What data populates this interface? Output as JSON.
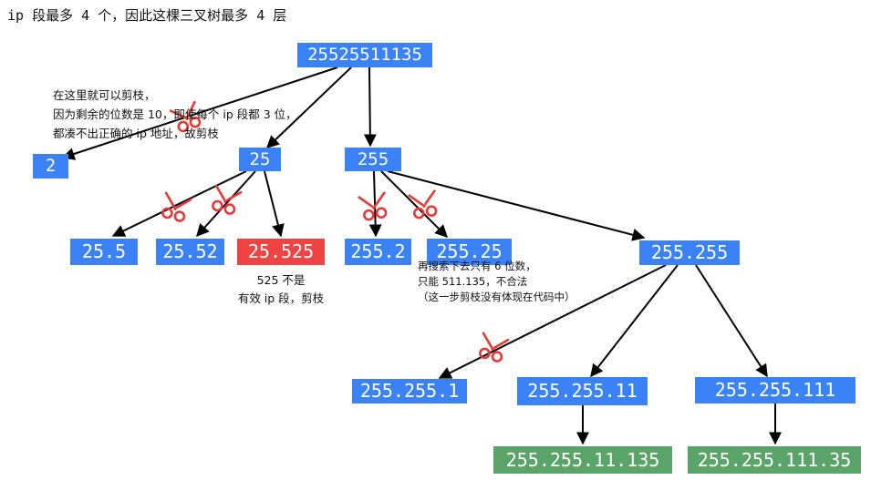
{
  "title": "ip 段最多 4 个，因此这棵三叉树最多 4 层",
  "nodes": {
    "root": "25525511135",
    "n2": "2",
    "n25": "25",
    "n255": "255",
    "n25_5": "25.5",
    "n25_52": "25.52",
    "n25_525": "25.525",
    "n255_2": "255.2",
    "n255_25": "255.25",
    "n255_255": "255.255",
    "n255_255_1": "255.255.1",
    "n255_255_11": "255.255.11",
    "n255_255_111": "255.255.111",
    "leaf1": "255.255.11.135",
    "leaf2": "255.255.111.35"
  },
  "notes": {
    "prune_left": [
      "在这里就可以剪枝，",
      "因为剩余的位数是 10，即使每个 ip 段都 3 位，",
      "都凑不出正确的 ip 地址，故剪枝"
    ],
    "invalid_525": [
      "525 不是",
      "有效 ip 段，剪枝"
    ],
    "search_rest": [
      "再搜索下去只有 6 位数，",
      "只能 511.135，不合法",
      "（这一步剪枝没有体现在代码中）"
    ]
  },
  "colors": {
    "node": "#3b82f6",
    "pruned_node": "#ef4444",
    "result_node": "#5aa469",
    "scissors": "#e53935"
  },
  "icons": [
    "scissors-icon"
  ]
}
